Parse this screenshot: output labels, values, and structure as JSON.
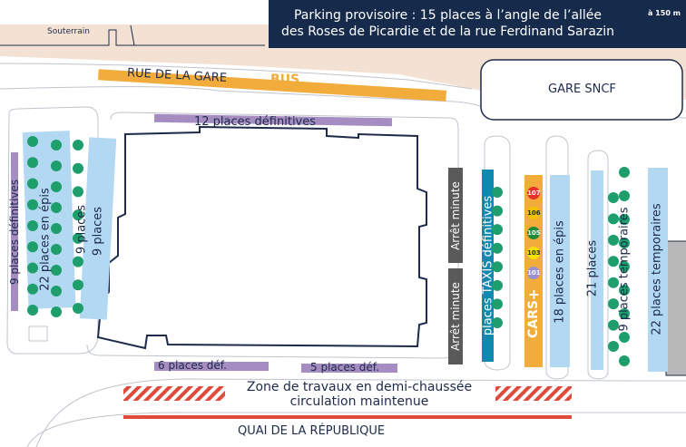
{
  "banner": {
    "line1": "Parking provisoire : 15 places à l’angle de l’allée",
    "line2": "des Roses de Picardie et de la rue Ferdinand Sarazin",
    "distance": "à 150 m"
  },
  "streets": {
    "souterrain": "Souterrain",
    "rue_gare": "RUE DE LA GARE",
    "quai": "QUAI DE LA RÉPUBLIQUE",
    "gare": "GARE SNCF"
  },
  "labels": {
    "bus": "BUS",
    "top_12": "12 places définitives",
    "left_9def": "9 places définitives",
    "left_22": "22 places en épis",
    "left_9a": "9 places",
    "left_9b": "9 places",
    "arret_top": "Arrêt minute",
    "arret_bottom": "Arrêt minute",
    "bottom_6": "6 places déf.",
    "bottom_5": "5 places déf.",
    "travaux_1": "Zone de travaux en demi-chaussée",
    "travaux_2": "circulation maintenue",
    "taxis": "places TAXIS définitives",
    "cars": "CARS",
    "places_18": "18 places en épis",
    "places_21": "21 places",
    "temp_9": "9 places temporaires",
    "temp_22": "22 places temporaires"
  },
  "bus_lines": [
    "107",
    "106",
    "105",
    "103",
    "101"
  ],
  "colors": {
    "navy": "#162a4c",
    "bus_orange": "#f2ac3c",
    "definitive_purple": "#a58dc2",
    "temporary_blue": "#b3d8f2",
    "taxi_teal": "#0e8ab0",
    "arret_grey": "#5a5a5a",
    "road_beige": "#f3e2d3",
    "works_red": "#e04a3a",
    "tree_green": "#1e9e6c"
  }
}
